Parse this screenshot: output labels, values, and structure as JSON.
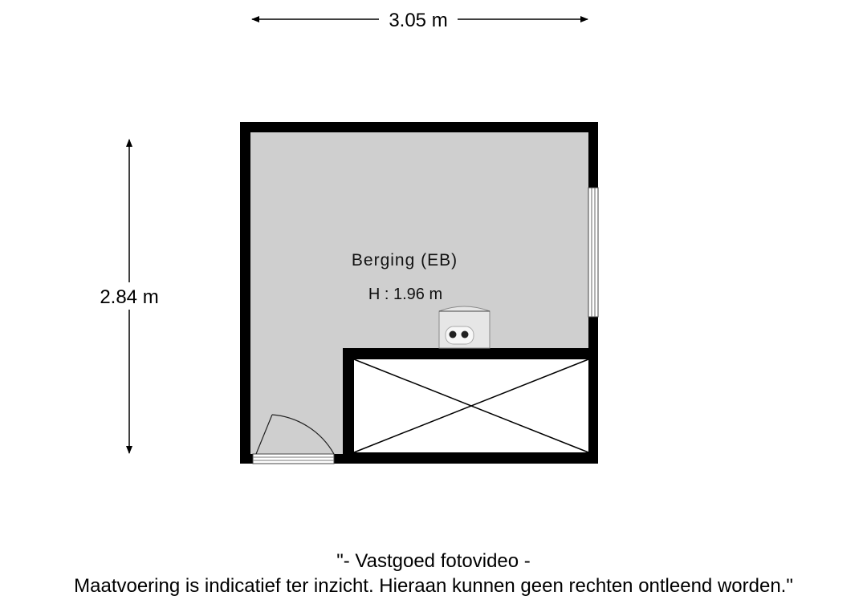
{
  "plan": {
    "width_label": "3.05 m",
    "height_label": "2.84 m",
    "room": {
      "name": "Berging (EB)",
      "height_label": "H : 1.96 m",
      "floor_color": "#cfcfcf"
    },
    "wall_color": "#000000"
  },
  "footer": {
    "line1": "\"- Vastgoed fotovideo -",
    "line2": "Maatvoering is indicatief ter inzicht. Hieraan kunnen geen rechten ontleend worden.\""
  }
}
